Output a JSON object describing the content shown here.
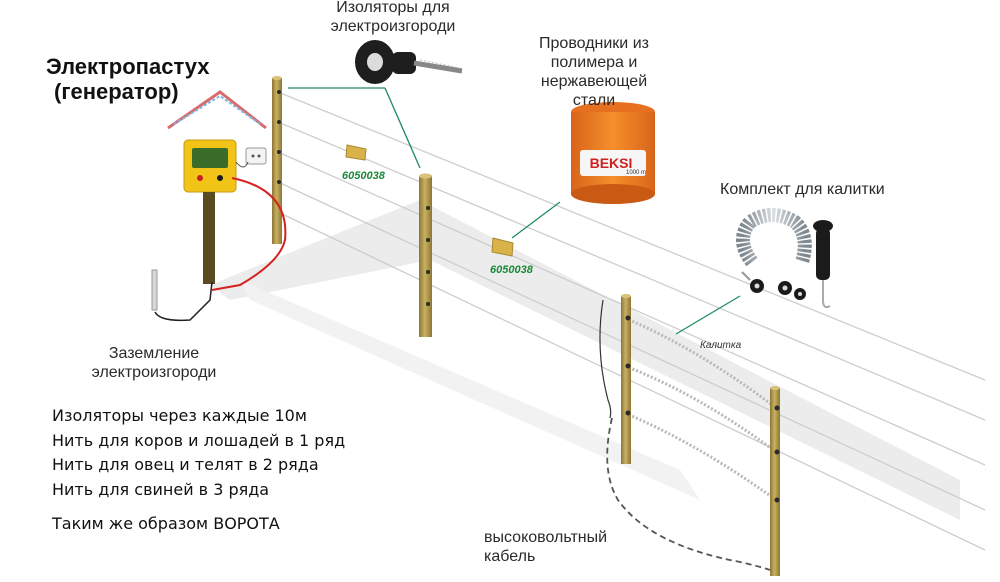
{
  "title": {
    "line1": "Электропастух",
    "line2": "(генератор)"
  },
  "labels": {
    "insulators": [
      "Изоляторы для",
      "электроизгороди"
    ],
    "conductors": [
      "Проводники из",
      "полимера и",
      "нержавеющей",
      "стали"
    ],
    "gate_kit": "Комплект для калитки",
    "grounding": [
      "Заземление",
      "электроизгороди"
    ],
    "cable": [
      "высоковольтный",
      "кабель"
    ],
    "gate": "Калитка"
  },
  "codes": [
    "6050038",
    "6050038"
  ],
  "notes": [
    "Изоляторы через каждые 10м",
    "Нить для коров и лошадей в 1 ряд",
    "Нить для овец и телят в 2 ряда",
    "Нить для свиней в 3 ряда"
  ],
  "notes_extra": "Таким же образом ВОРОТА",
  "product_text": {
    "spool_brand": "BEKSI",
    "spool_length": "1000 m"
  },
  "colors": {
    "post": "#b29a4e",
    "post_dark": "#8c7634",
    "wire": "#c9c9c9",
    "leader": "#1e8c5a",
    "hv_wire": "#d62020",
    "energizer": "#f2c418",
    "spool": "#f07c1c",
    "code_text": "#1a8a3a"
  }
}
